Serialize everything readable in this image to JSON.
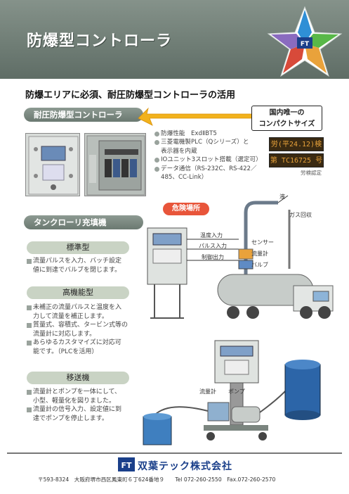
{
  "header": {
    "title": "防爆型コントローラ",
    "star": {
      "segments": [
        "",
        "",
        "",
        "",
        ""
      ]
    }
  },
  "main_heading": "防爆エリアに必須、耐圧防爆型コントローラの活用",
  "section1": {
    "pill": "耐圧防爆型コントローラ",
    "badge_line1": "国内唯一の",
    "badge_line2": "コンパクトサイズ",
    "specs": [
      {
        "text": "防爆性能　ExdⅡBT5",
        "cont": ""
      },
      {
        "text": "三菱電機製PLC（Qシリーズ）と",
        "cont": "表示器を内蔵"
      },
      {
        "text": "IOユニット3スロット搭載（選定可）",
        "cont": ""
      },
      {
        "text": "データ通信（RS-232C、RS-422／",
        "cont": "485、CC-Link）"
      }
    ],
    "cert1": "労(平24.12)検",
    "cert2": "第 TC16725 号",
    "cert_note": "労検認定"
  },
  "section2": {
    "pill": "タンクローリ充填機",
    "standard": {
      "label": "標準型",
      "items": [
        "流量パルスを入力、バッチ設定",
        "値に到達でバルブを閉じます。"
      ]
    },
    "advanced": {
      "label": "高機能型",
      "items": [
        [
          "未補正の流量パルスと温度を入",
          "力して流量を補正します。"
        ],
        [
          "質量式、容積式、タービン式等の",
          "流量計に対応します。"
        ],
        [
          "あらゆるカスタマイズに対応可",
          "能です。（PLCを活用）"
        ]
      ]
    },
    "transfer": {
      "label": "移送機",
      "items": [
        [
          "流量計とポンプを一体にして、",
          "小型、軽量化を図りました。"
        ],
        [
          "流量計の信号入力、設定値に到",
          "達でポンプを停止します。"
        ]
      ]
    }
  },
  "diagram": {
    "danger": "危険場所",
    "liquid": "液",
    "gas_recovery": "ガス回収",
    "temp_input": "温度入力",
    "pulse_input": "パルス入力",
    "control_output": "制御出力",
    "sensor": "センサー",
    "flowmeter": "流量計",
    "valve": "バルブ",
    "flowmeter2": "流量計",
    "pump": "ポンプ"
  },
  "footer": {
    "company": "双葉テック株式会社",
    "address": "〒593-8324　大阪府堺市西区鳳東町６丁624番地９　　Tel 072-260-2550　Fax.072-260-2570"
  },
  "colors": {
    "header": "#6e7c74",
    "pill": "#7a877f",
    "sub_pill": "#c9d3c4",
    "danger": "#e8553a",
    "company": "#1a3f8a",
    "cert_bg": "#3a2a12",
    "cert_text": "#e8a23a"
  }
}
